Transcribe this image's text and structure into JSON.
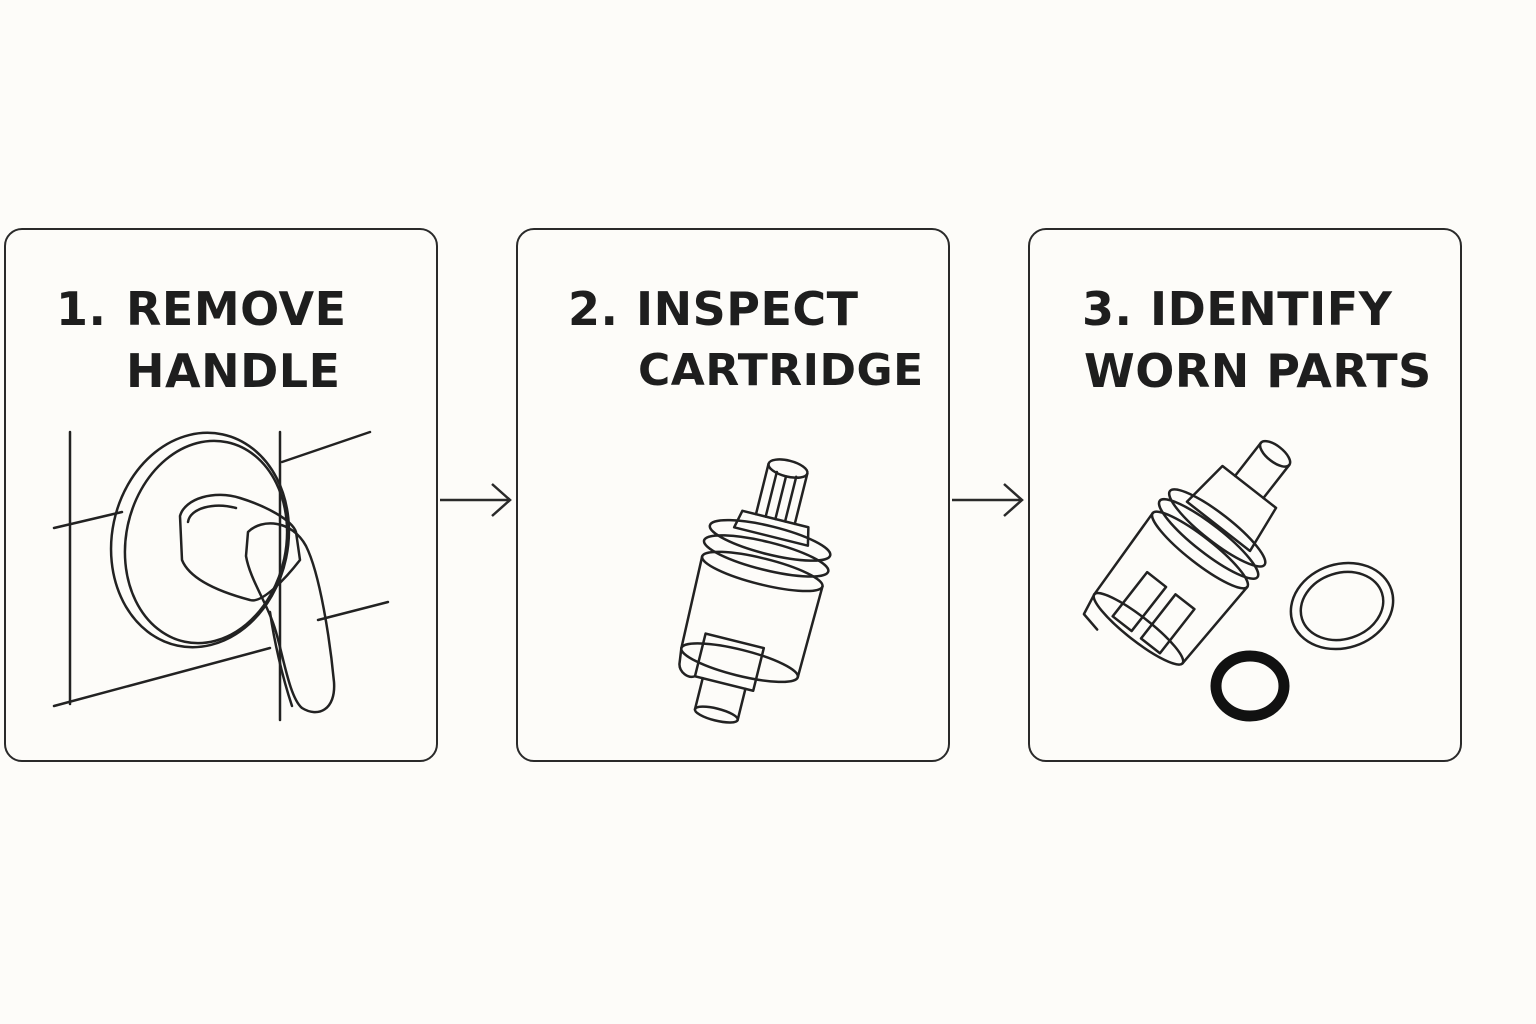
{
  "steps": [
    {
      "number": "1.",
      "line1": "REMOVE",
      "line2": "HANDLE",
      "icon": "shower-handle-icon"
    },
    {
      "number": "2.",
      "line1": "INSPECT",
      "line2": "CARTRIDGE",
      "icon": "cartridge-icon"
    },
    {
      "number": "3.",
      "line1": "IDENTIFY",
      "line2": "WORN PARTS",
      "icon": "worn-parts-icon"
    }
  ],
  "colors": {
    "background": "#fdfcf9",
    "stroke": "#2a2a2a"
  }
}
